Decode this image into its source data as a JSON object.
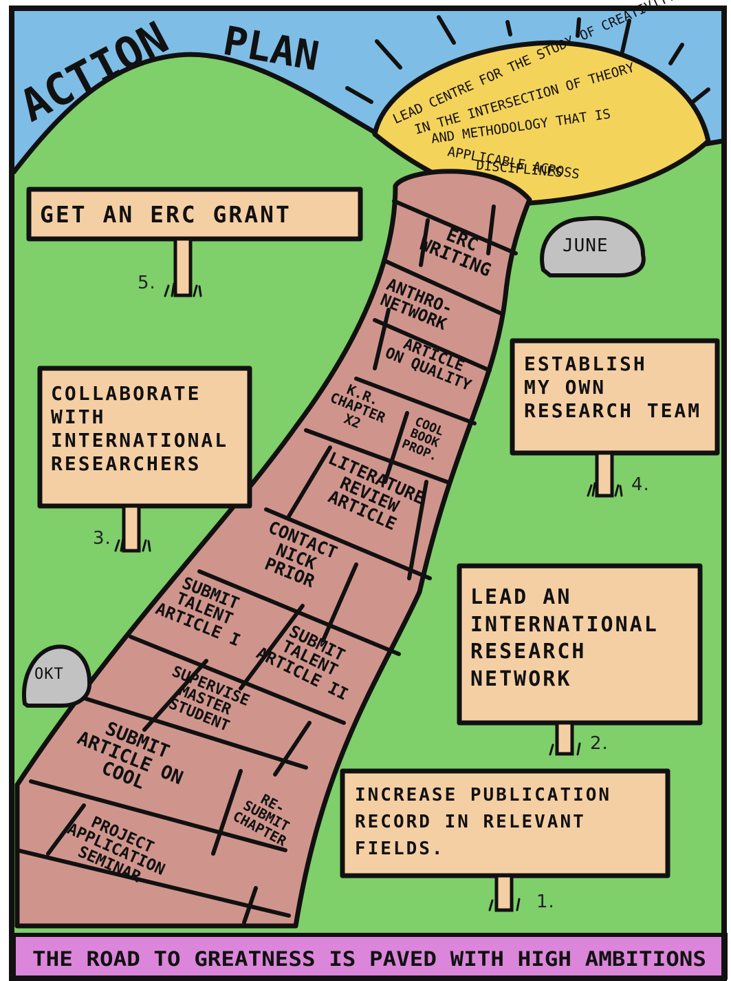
{
  "title": {
    "word1": "ACTION",
    "word2": "PLAN"
  },
  "goal": "LEAD CENTRE FOR THE STUDY OF CREATIVITY IN THE INTERSECTION OF THEORY AND METHODOLOGY THAT IS APPLICABLE ACROSS DISCIPLINES",
  "goal_lines": [
    "LEAD CENTRE FOR THE STUDY OF CREATIVITY",
    "IN THE INTERSECTION OF THEORY",
    "AND METHODOLOGY THAT IS",
    "APPLICABLE ACROSS",
    "DISCIPLINES"
  ],
  "signs": [
    {
      "text": "GET AN ERC GRANT",
      "number": "5."
    },
    {
      "text": "COLLABORATE\nWITH\nINTERNATIONAL\nRESEARCHERS",
      "number": "3."
    },
    {
      "text": "ESTABLISH\nMY OWN\nRESEARCH TEAM",
      "number": "4."
    },
    {
      "text": "LEAD AN\nINTERNATIONAL\nRESEARCH\nNETWORK",
      "number": "2."
    },
    {
      "text": "INCREASE PUBLICATION\nRECORD IN RELEVANT\nFIELDS.",
      "number": "1."
    }
  ],
  "rocks": {
    "june": "JUNE",
    "okt": "OKT"
  },
  "bricks": [
    {
      "label": "ERC\nWRITING"
    },
    {
      "label": "ANTHRO-\nNETWORK"
    },
    {
      "label": "ARTICLE\nON QUALITY"
    },
    {
      "label": "K.R.\nCHAPTER\nx2"
    },
    {
      "label": "COOL\nBOOK\nPROP."
    },
    {
      "label": "LITERATURE\nREVIEW\nARTICLE"
    },
    {
      "label": "CONTACT\nNICK\nPRIOR"
    },
    {
      "label": "SUBMIT\nTALENT\nARTICLE I"
    },
    {
      "label": "SUBMIT\nTALENT\nARTICLE II"
    },
    {
      "label": "SUPERVISE\nMASTER\nSTUDENT"
    },
    {
      "label": "SUBMIT\nARTICLE ON\nCOOL"
    },
    {
      "label": "RE-\nSUBMIT\nCHAPTER"
    },
    {
      "label": "PROJECT\nAPPLICATION\nSEMINAR"
    }
  ],
  "footer": "THE ROAD TO GREATNESS IS PAVED WITH HIGH AMBITIONS",
  "colors": {
    "sky": "#6fb5e0",
    "grass": "#6ac35a",
    "road": "#c98a82",
    "sign": "#f3c89a",
    "sun": "#f4d35a",
    "footer": "#d87ad6"
  }
}
